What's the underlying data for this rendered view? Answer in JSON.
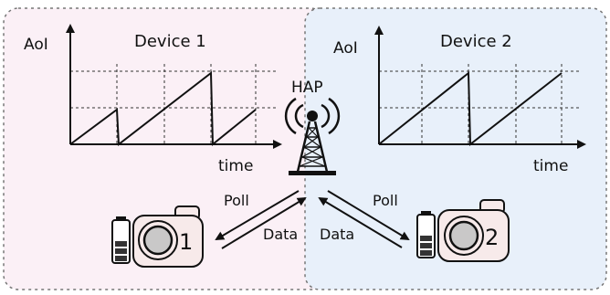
{
  "colors": {
    "region_left_fill": "#fbf0f6",
    "region_right_fill": "#e8f0fa",
    "region_border": "#777777",
    "line": "#111111",
    "grid": "#333333",
    "camera_body": "#f7eaea",
    "camera_lens": "#c9c8c8",
    "battery_fill": "#333333"
  },
  "device1": {
    "title": "Device 1",
    "y_label": "AoI",
    "x_label": "time",
    "camera_number": "1"
  },
  "device2": {
    "title": "Device 2",
    "y_label": "AoI",
    "x_label": "time",
    "camera_number": "2"
  },
  "hap": {
    "label": "HAP",
    "icon": "radio-tower-icon"
  },
  "links": {
    "left_poll": "Poll",
    "left_data": "Data",
    "right_poll": "Poll",
    "right_data": "Data"
  }
}
